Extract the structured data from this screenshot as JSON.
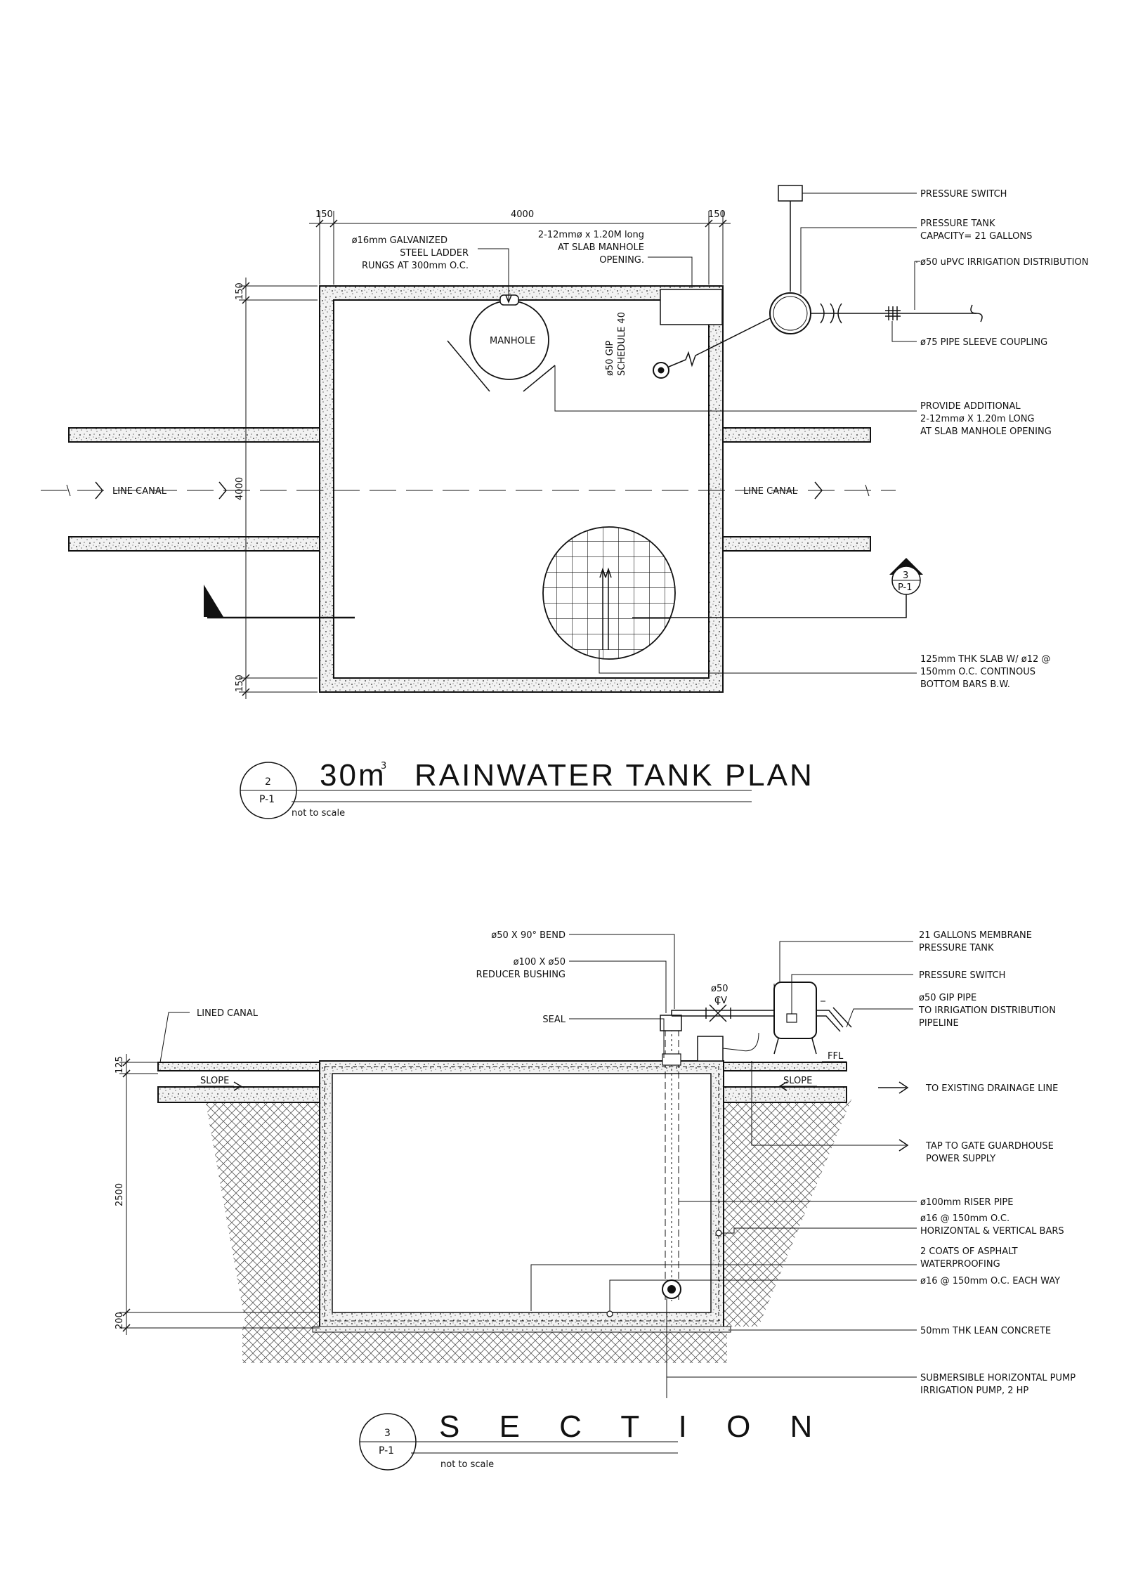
{
  "plan": {
    "title": "30m³  RAINWATER TANK PLAN",
    "title_num": "30m",
    "title_sup": "3",
    "title_rest": "RAINWATER TANK PLAN",
    "subtitle": "not to scale",
    "ref_num": "2",
    "ref_sheet": "P-1",
    "dim_top_left": "150",
    "dim_top_mid": "4000",
    "dim_top_right": "150",
    "dim_left_top": "150",
    "dim_left_mid": "4000",
    "dim_left_bot": "150",
    "canal_left": "LINE CANAL",
    "canal_right": "LINE CANAL",
    "manhole": "MANHOLE",
    "gip_line1": "ø50 GIP",
    "gip_line2": "SCHEDULE 40",
    "section_marker_num": "3",
    "section_marker_sheet": "P-1",
    "callouts": {
      "ladder_1": "ø16mm GALVANIZED",
      "ladder_2": "STEEL LADDER",
      "ladder_3": "RUNGS AT 300mm O.C.",
      "slab_open_1": "2-12mmø x 1.20M long",
      "slab_open_2": "AT SLAB MANHOLE",
      "slab_open_3": "OPENING.",
      "pressure_switch": "PRESSURE SWITCH",
      "pressure_tank_1": "PRESSURE TANK",
      "pressure_tank_2": "CAPACITY= 21 GALLONS",
      "irrigation": "ø50 uPVC IRRIGATION DISTRIBUTION",
      "sleeve": "ø75 PIPE SLEEVE COUPLING",
      "additional_1": "PROVIDE ADDITIONAL",
      "additional_2": "2-12mmø X 1.20m LONG",
      "additional_3": "AT SLAB MANHOLE OPENING",
      "slab_1": "125mm THK SLAB W/ ø12 @",
      "slab_2": "150mm O.C. CONTINOUS",
      "slab_3": "BOTTOM BARS B.W."
    }
  },
  "section": {
    "title": "S E C T I O N",
    "subtitle": "not to scale",
    "ref_num": "3",
    "ref_sheet": "P-1",
    "dim_top": "125",
    "dim_mid": "2500",
    "dim_bot": "200",
    "slope_left": "SLOPE",
    "slope_right": "SLOPE",
    "ffl": "FFL",
    "cv_1": "ø50",
    "cv_2": "CV",
    "callouts": {
      "lined_canal": "LINED CANAL",
      "bend": "ø50 X 90° BEND",
      "reducer_1": "ø100 X ø50",
      "reducer_2": "REDUCER BUSHING",
      "seal": "SEAL",
      "membrane_1": "21 GALLONS MEMBRANE",
      "membrane_2": "PRESSURE TANK",
      "pressure_switch": "PRESSURE SWITCH",
      "gip_1": "ø50 GIP PIPE",
      "gip_2": "TO IRRIGATION DISTRIBUTION",
      "gip_3": "PIPELINE",
      "drainage": "TO EXISTING DRAINAGE LINE",
      "power_1": "TAP TO GATE GUARDHOUSE",
      "power_2": "POWER SUPPLY",
      "riser": "ø100mm RISER PIPE",
      "bars_1": "ø16 @ 150mm O.C.",
      "bars_2": "HORIZONTAL & VERTICAL BARS",
      "asphalt_1": "2 COATS OF ASPHALT",
      "asphalt_2": "WATERPROOFING",
      "each_way": "ø16 @ 150mm O.C. EACH WAY",
      "lean": "50mm THK LEAN CONCRETE",
      "pump_1": "SUBMERSIBLE HORIZONTAL  PUMP",
      "pump_2": "IRRIGATION PUMP, 2 HP"
    }
  }
}
